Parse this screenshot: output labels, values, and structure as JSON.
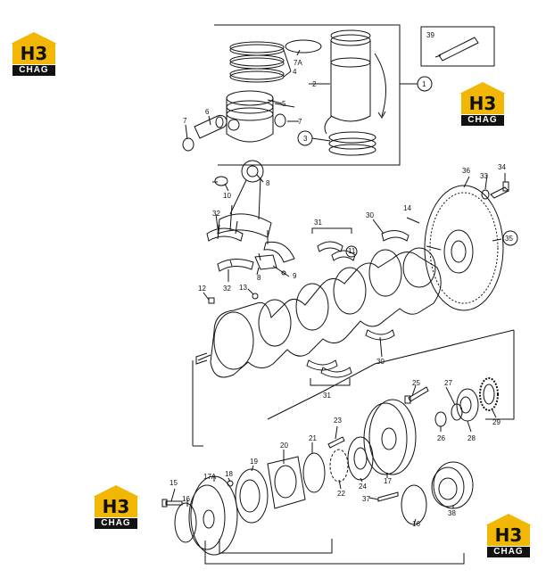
{
  "logo": {
    "top": "H3",
    "bottom": "CHAG"
  },
  "labels": {
    "l1": "1",
    "l2": "2",
    "l3": "3",
    "l4": "4",
    "l5": "5",
    "l6": "6",
    "l7a": "7",
    "l7b": "7",
    "l7A": "7A",
    "l39": "39",
    "l8a": "8",
    "l8b": "8",
    "l9": "9",
    "l10": "10",
    "l11": "11",
    "l12": "12",
    "l13": "13",
    "l14": "14",
    "l15": "15",
    "l16a": "16",
    "l16b": "16",
    "l17": "17",
    "l17A": "17A",
    "l18": "18",
    "l19": "19",
    "l20": "20",
    "l21": "21",
    "l22": "22",
    "l23": "23",
    "l24": "24",
    "l25": "25",
    "l26": "26",
    "l27": "27",
    "l28": "28",
    "l29": "29",
    "l30a": "30",
    "l30b": "30",
    "l31a": "31",
    "l31b": "31",
    "l32a": "32",
    "l32b": "32",
    "l33": "33",
    "l34": "34",
    "l35": "35",
    "l36": "36",
    "l37": "37",
    "l38": "38"
  }
}
